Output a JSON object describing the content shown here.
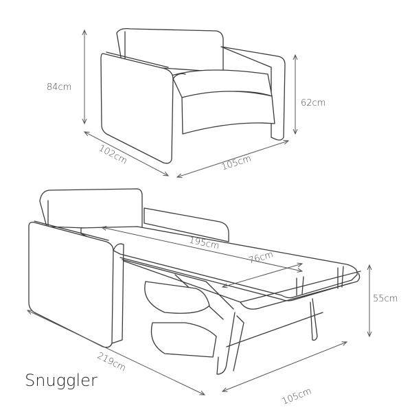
{
  "title": "Snuggler",
  "chair_dimensions": {
    "height": "84cm",
    "depth": "102cm",
    "width": "105cm",
    "arm_height": "62cm"
  },
  "bed_dimensions": {
    "length_overall": "219cm",
    "width": "105cm",
    "height": "55cm",
    "mattress_length": "195cm",
    "mattress_width": "76cm"
  }
}
